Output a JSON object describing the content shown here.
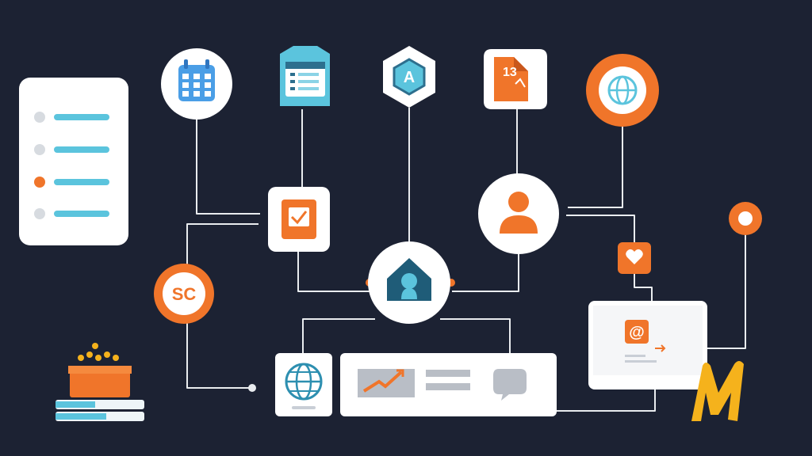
{
  "colors": {
    "background": "#1c2233",
    "orange": "#f0752a",
    "teal": "#5bc4dd",
    "dark_teal": "#1f5c78",
    "white": "#ffffff",
    "yellow": "#f5b21c",
    "line": "#e9ecef",
    "muted_gray": "#c9ced6"
  },
  "badges": {
    "sc_badge": "SC",
    "hexagon_letter": "A",
    "document_number": "13",
    "email_symbol": "@"
  },
  "icons": [
    "list-panel-icon",
    "calendar-icon",
    "browser-window-icon",
    "hexagon-a-icon",
    "numbered-document-icon",
    "globe-icon",
    "checklist-icon",
    "user-icon",
    "home-hub-icon",
    "heart-icon",
    "target-icon",
    "email-icon",
    "globe-tablet-icon",
    "chart-screen-icon",
    "chat-bubble-icon",
    "stacked-books-icon",
    "letter-m-logo"
  ]
}
